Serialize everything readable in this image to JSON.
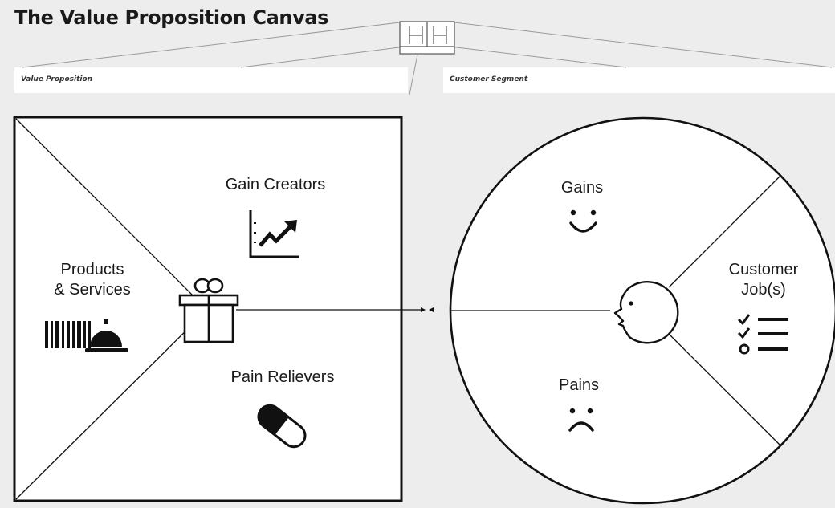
{
  "title": "The Value Proposition Canvas",
  "header_labels": {
    "value_proposition": "Value Proposition",
    "customer_segment": "Customer Segment"
  },
  "value_map": {
    "gain_creators": "Gain Creators",
    "products_line1": "Products",
    "products_line2": "& Services",
    "pain_relievers": "Pain Relievers"
  },
  "customer_profile": {
    "gains": "Gains",
    "customer_jobs_line1": "Customer",
    "customer_jobs_line2": "Job(s)",
    "pains": "Pains"
  },
  "icons": {
    "gain_creators": "chart-up-icon",
    "products": "barcode-cloche-icon",
    "gift": "gift-icon",
    "pain_relievers": "pill-icon",
    "gains": "smile-icon",
    "pains": "frown-icon",
    "face": "face-profile-icon",
    "jobs": "checklist-icon"
  },
  "colors": {
    "background": "#ededed",
    "canvas": "#ffffff",
    "ink": "#111111"
  }
}
